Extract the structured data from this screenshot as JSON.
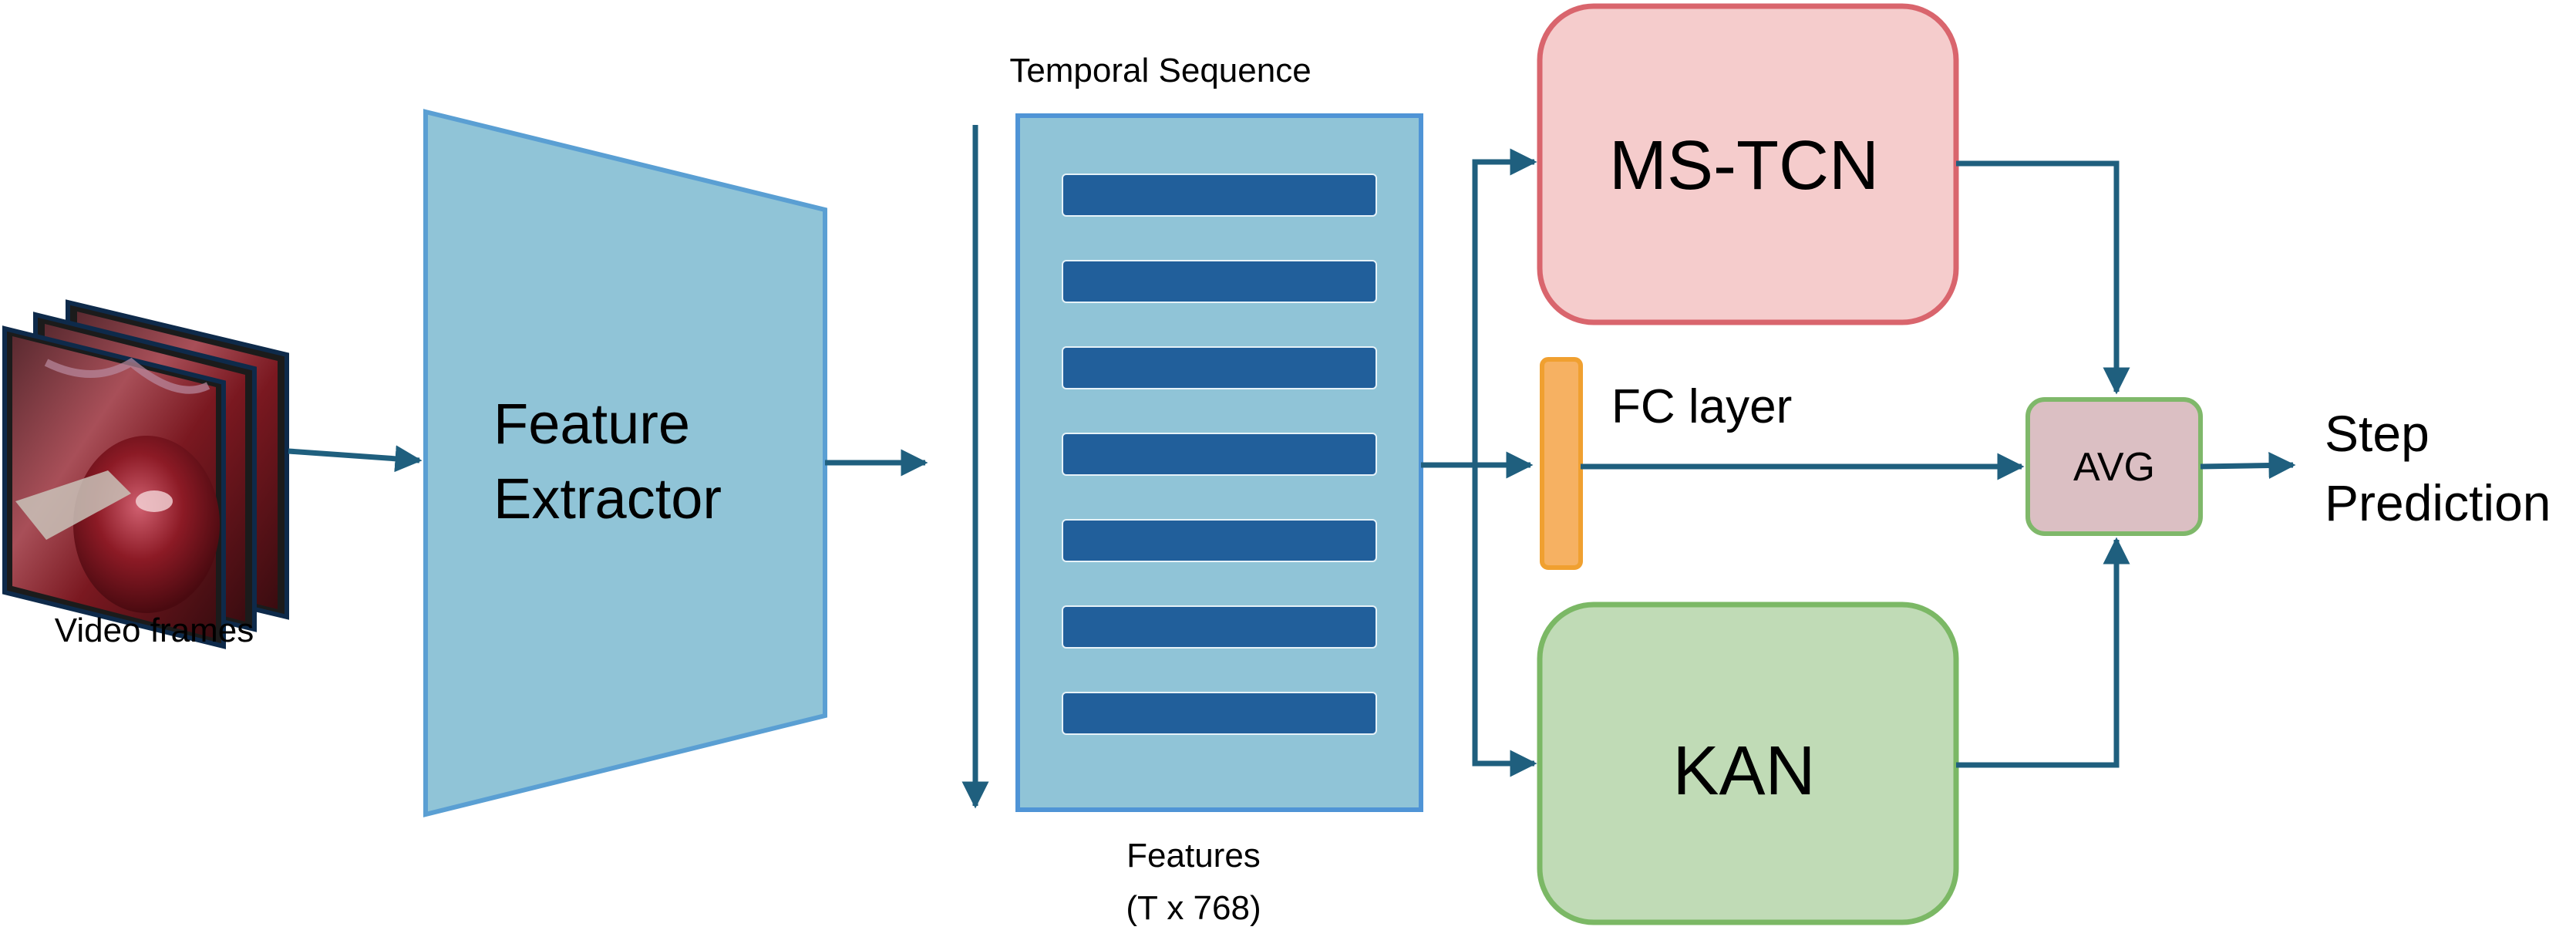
{
  "diagram": {
    "video_frames_label": "Video frames",
    "feature_extractor_label": [
      "Feature",
      "Extractor"
    ],
    "temporal_sequence_label": "Temporal Sequence",
    "features_label": [
      "Features",
      "(T x 768)"
    ],
    "mstcn_label": "MS-TCN",
    "fc_layer_label": "FC layer",
    "kan_label": "KAN",
    "avg_label": "AVG",
    "output_label": [
      "Step",
      "Prediction"
    ],
    "feature_rows": 7,
    "colors": {
      "arrow": "#1f5f7e",
      "extractor_fill": "#90c4d7",
      "extractor_stroke": "#5a9fd3",
      "features_fill": "#90c4d7",
      "features_stroke": "#4f94d6",
      "feature_bar": "#215f9b",
      "mstcn_fill": "#f5cccc",
      "mstcn_stroke": "#d9656d",
      "kan_fill": "#c0dbb6",
      "kan_stroke": "#7bb865",
      "fc_fill": "#f6b162",
      "fc_stroke": "#f0a030",
      "avg_fill": "#dbbfc3",
      "avg_stroke": "#7fb86a"
    }
  }
}
